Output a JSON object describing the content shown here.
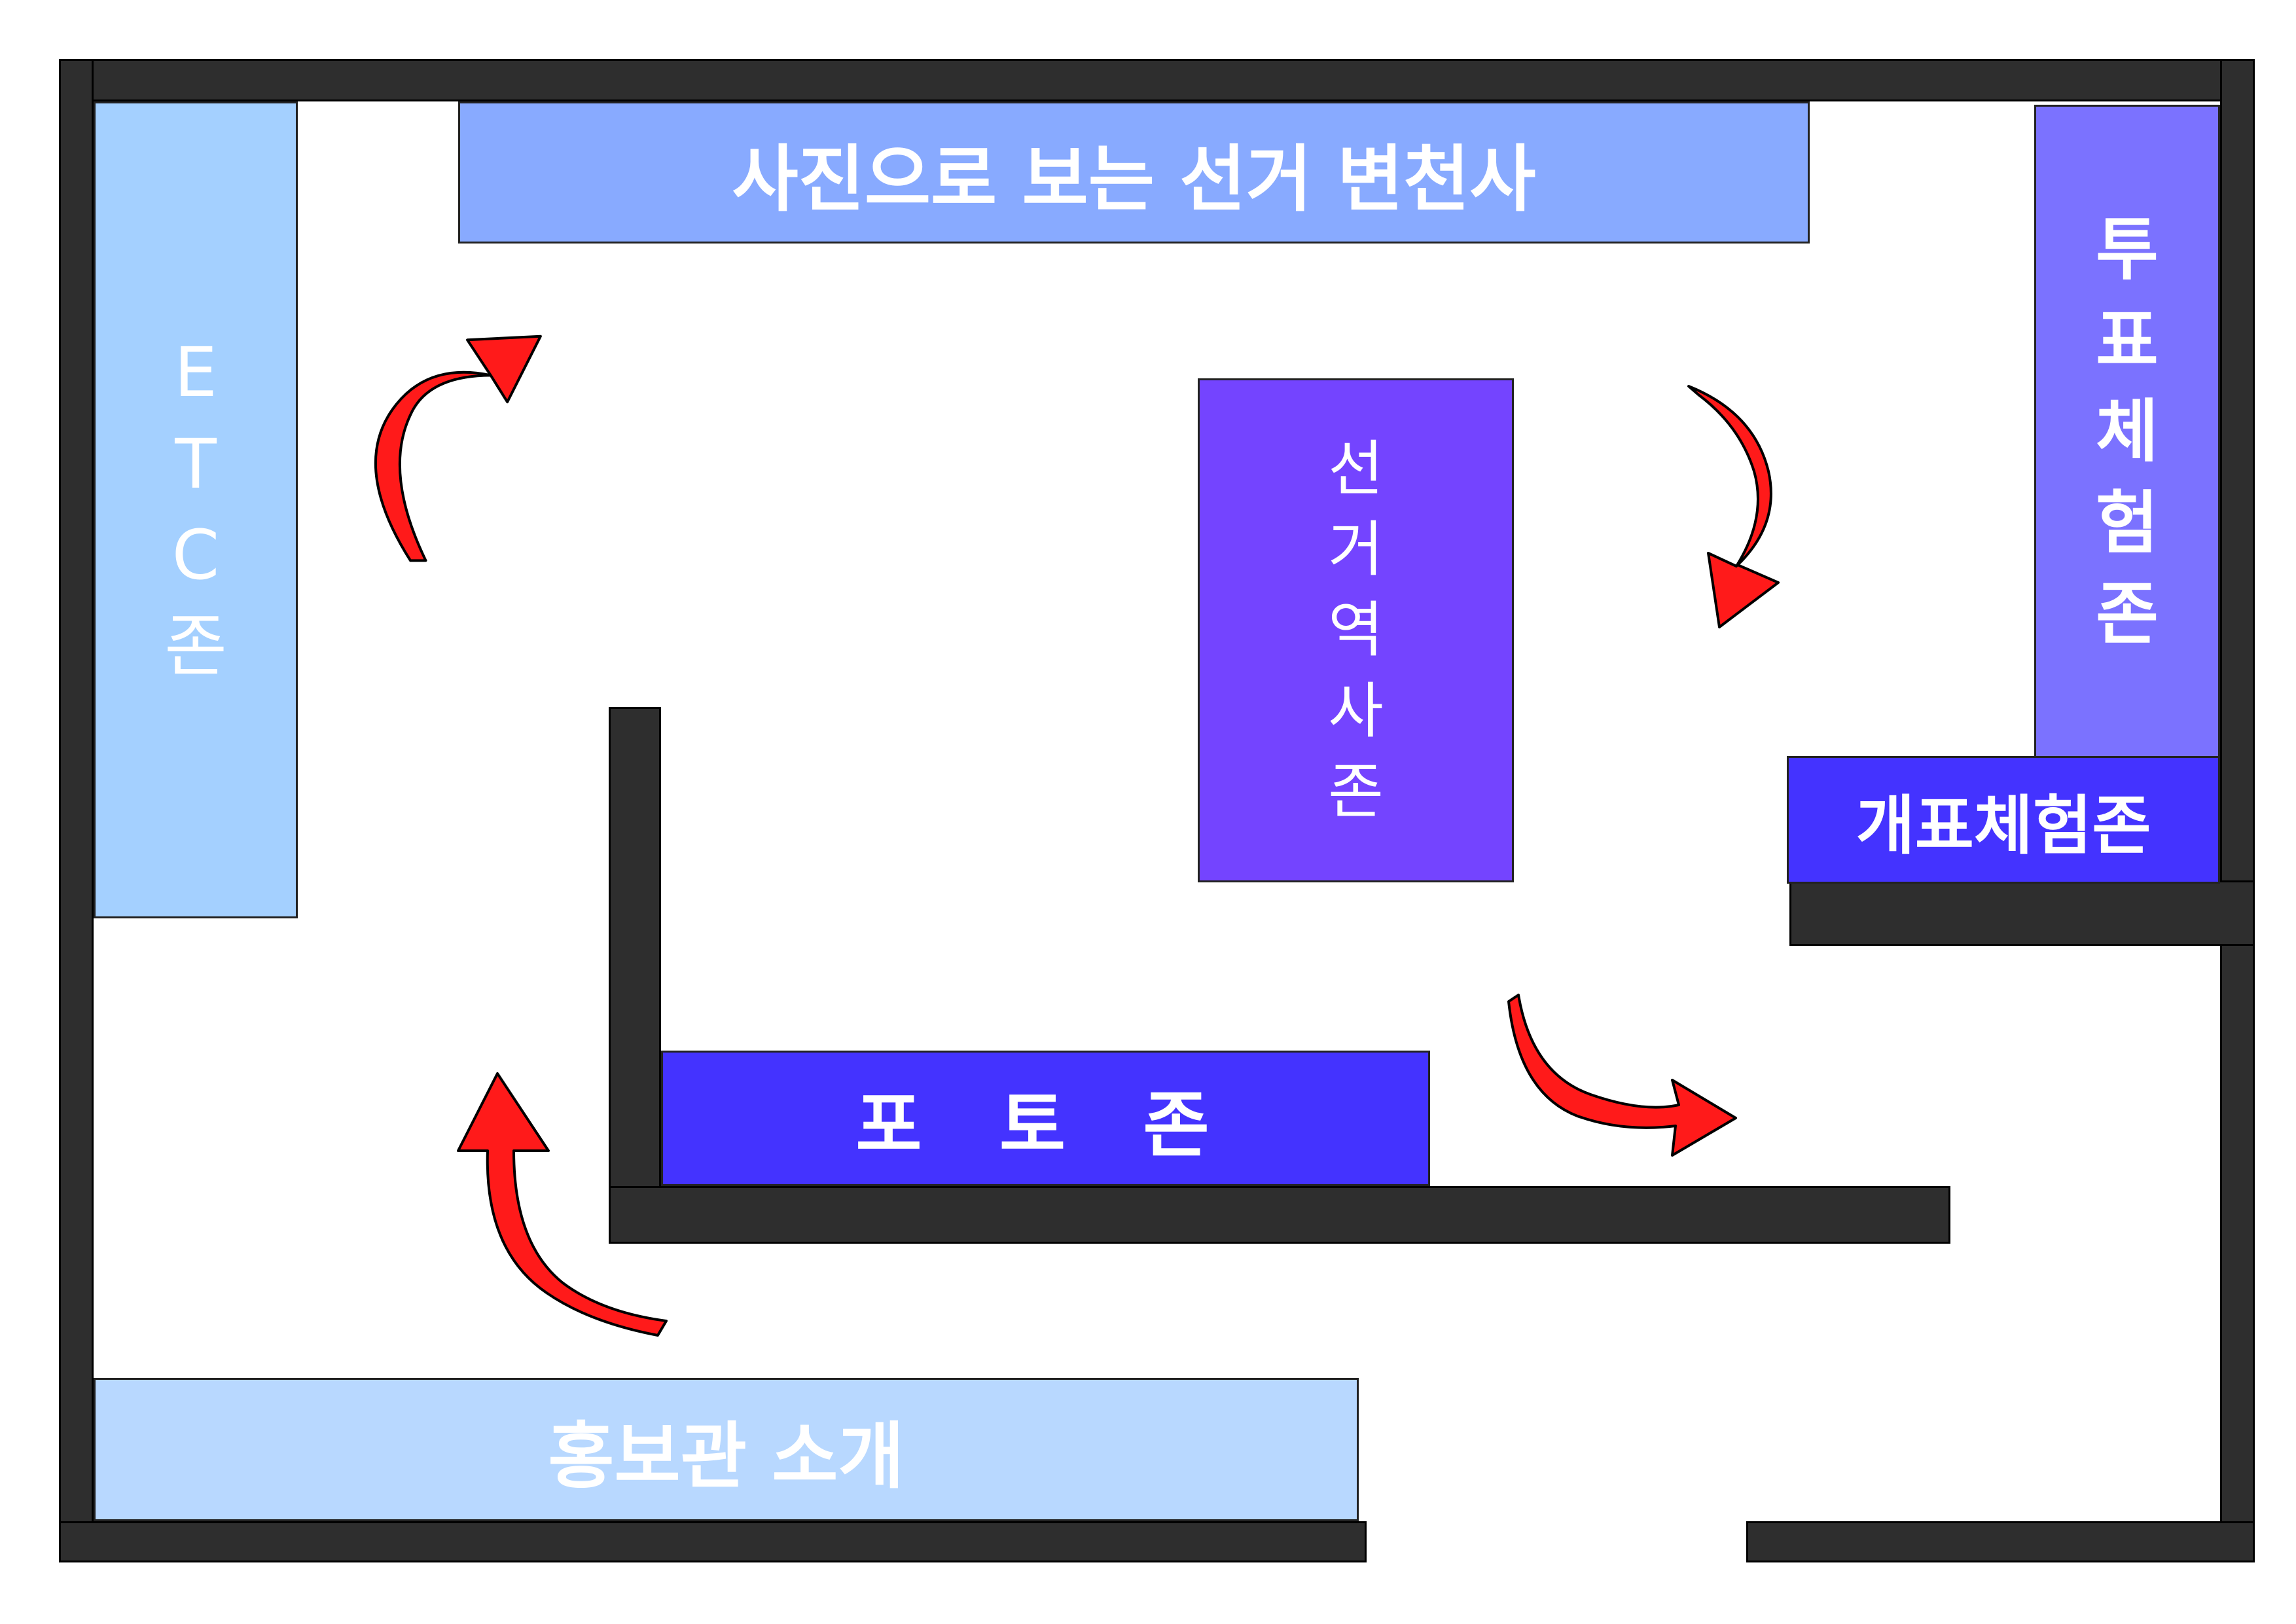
{
  "zones": {
    "photo_history": {
      "label": "사진으로 보는 선거 변천사",
      "color": "#88aaff"
    },
    "etc": {
      "label": "ETC존",
      "color": "#a4d0ff"
    },
    "election_history": {
      "label": "선거역사존",
      "color": "#7444ff"
    },
    "voting_experience": {
      "label": "투표체험존",
      "color": "#7b72ff"
    },
    "counting_experience": {
      "label": "개표체험존",
      "color": "#4433ff"
    },
    "photo_zone": {
      "label": "포 토 존",
      "color": "#4433ff"
    },
    "pr_intro": {
      "label": "홍보관 소개",
      "color": "#b8d8ff"
    }
  },
  "colors": {
    "wall": "#2e2e2e",
    "arrow": "#ff1a1a"
  },
  "icons": [
    "flow-arrow-icon"
  ]
}
